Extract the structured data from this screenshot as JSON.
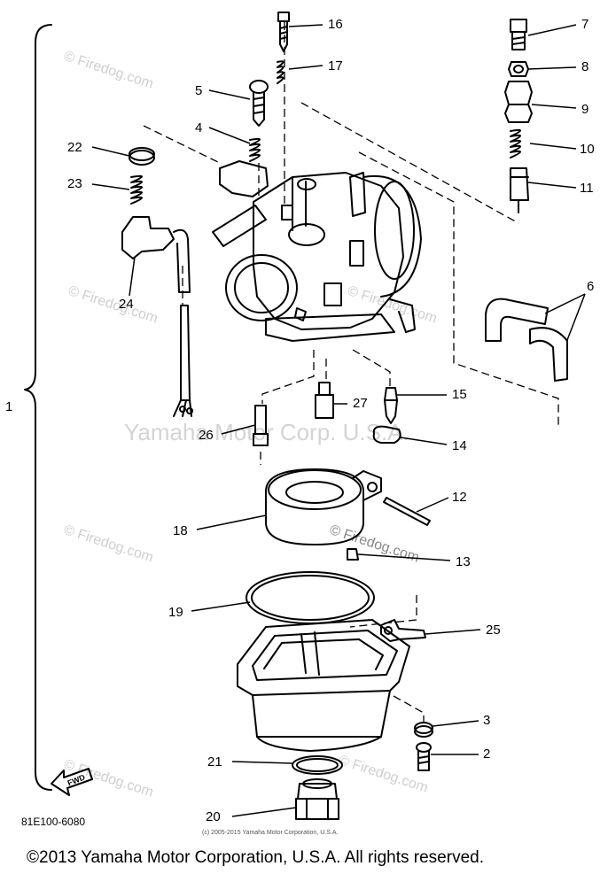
{
  "watermarks": {
    "firedog": "© Firedog.com",
    "yamaha": "Yamaha Motor Corp. U.S.A."
  },
  "labels": {
    "l1": "1",
    "l2": "2",
    "l3": "3",
    "l4": "4",
    "l5": "5",
    "l6": "6",
    "l7": "7",
    "l8": "8",
    "l9": "9",
    "l10": "10",
    "l11": "11",
    "l12": "12",
    "l13": "13",
    "l14": "14",
    "l15": "15",
    "l16": "16",
    "l17": "17",
    "l18": "18",
    "l19": "19",
    "l20": "20",
    "l21": "21",
    "l22": "22",
    "l23": "23",
    "l24": "24",
    "l25": "25",
    "l26": "26",
    "l27": "27"
  },
  "fwd_badge": "FWD",
  "part_code": "81E100-6080",
  "small_copyright": "(c) 2005-2015 Yamaha Motor Corporation, U.S.A.",
  "copyright": "©2013 Yamaha Motor Corporation, U.S.A. All rights reserved."
}
